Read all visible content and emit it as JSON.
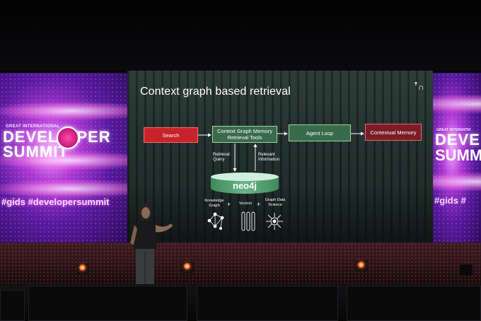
{
  "slide": {
    "title": "Context graph based retrieval",
    "logo": "ꜛ∩",
    "boxes": {
      "search": "Search",
      "context_tools": "Context Graph Memory Retrieval Tools",
      "agent_loop": "Agent Loop",
      "contextual_memory": "Contextual Memory"
    },
    "labels": {
      "retrieval_query": "Retrieval Query",
      "relevant_information": "Relevant Information"
    },
    "database": "neo4j",
    "features": {
      "knowledge_graph": "Knowledge Graph",
      "vectors": "Vectors",
      "graph_data_science": "Graph Data Science",
      "plus": "+"
    }
  },
  "banner": {
    "small_text": "GREAT INTERNATIONAL",
    "title_line1": "DEVEL",
    "title_line1_end": "PER",
    "title_line2": "SUMMIT",
    "hashtags": "#gids #developersummit",
    "right_small": "GREAT INTERNATIO",
    "right_title1": "DEVE",
    "right_title2": "SUMMI",
    "right_hash": "#gids #"
  },
  "colors": {
    "search": "#c7232b",
    "green_box": "#3a6a4c",
    "memory_box": "#7a1d26",
    "neo4j": "#6ab486"
  }
}
